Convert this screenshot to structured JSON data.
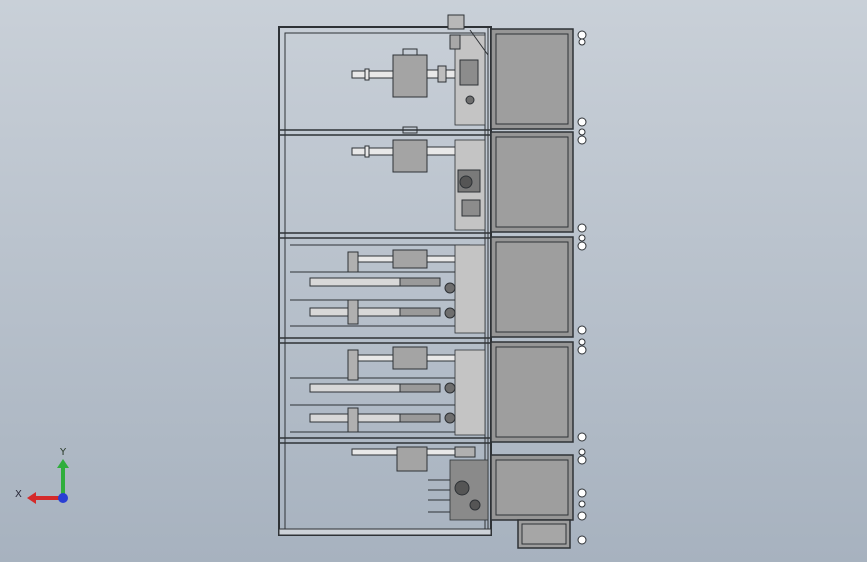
{
  "viewport": {
    "background_top": "#c9d0d8",
    "background_bottom": "#a7b2bf"
  },
  "model": {
    "frame_color": "#2e3236",
    "panel_fill": "#9b9b9b",
    "cabinet_count": 5
  },
  "triad": {
    "y_label": "Y",
    "x_label": "X",
    "y_color": "#2fae3c",
    "x_color": "#d42a2a",
    "z_color": "#2a3fd4"
  }
}
